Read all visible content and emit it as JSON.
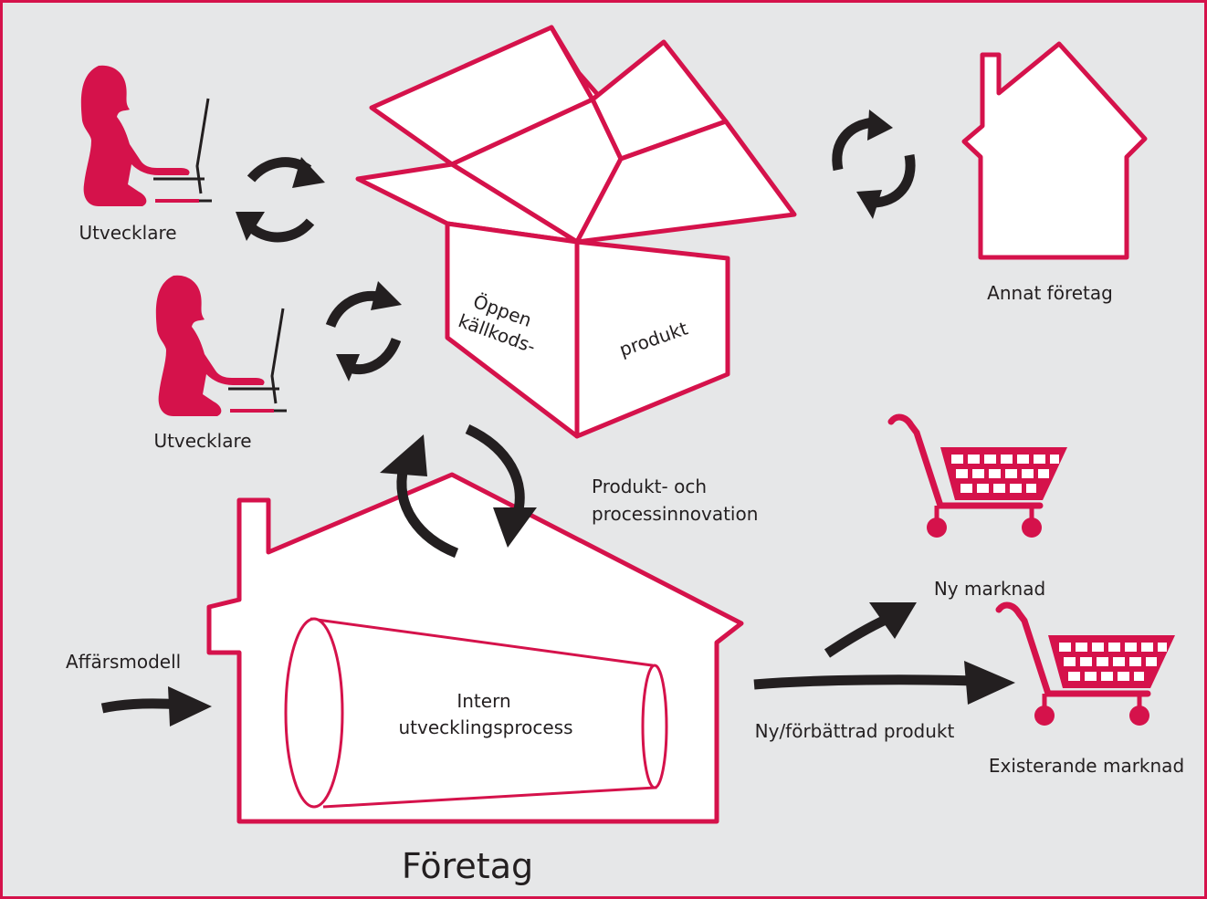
{
  "colors": {
    "background": "#e6e7e8",
    "frame": "#d5124b",
    "accent": "#d5124b",
    "arrows": "#231f20",
    "shapes_fill": "#ffffff"
  },
  "labels": {
    "developer_1": "Utvecklare",
    "developer_2": "Utvecklare",
    "box_line_1": "Öppen",
    "box_line_2": "källkods-",
    "box_line_3": "produkt",
    "other_company": "Annat företag",
    "innovation_line_1": "Produkt- och",
    "innovation_line_2": "processinnovation",
    "new_market": "Ny marknad",
    "existing_market": "Existerande marknad",
    "business_model": "Affärsmodell",
    "internal_line_1": "Intern",
    "internal_line_2": "utvecklingsprocess",
    "product": "Ny/förbättrad produkt",
    "company": "Företag"
  },
  "icons": [
    "person-at-computer-icon",
    "person-at-computer-icon",
    "open-box-icon",
    "house-icon",
    "house-icon",
    "shopping-cart-icon",
    "shopping-cart-icon",
    "cycle-arrows-icon",
    "arrow-icon"
  ]
}
